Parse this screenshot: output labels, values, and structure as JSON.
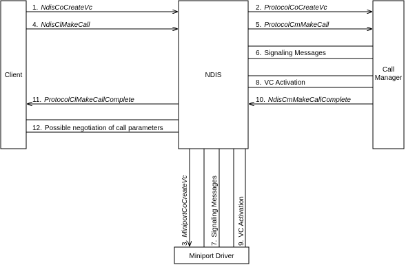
{
  "boxes": {
    "client": "Client",
    "ndis": "NDIS",
    "call_manager": [
      "Call",
      "Manager"
    ],
    "miniport": "Miniport Driver"
  },
  "messages": [
    {
      "num": "1.",
      "text": "NdisCoCreateVc",
      "italic": true
    },
    {
      "num": "2.",
      "text": "ProtocolCoCreateVc",
      "italic": true
    },
    {
      "num": "4.",
      "text": "NdisClMakeCall",
      "italic": true
    },
    {
      "num": "5.",
      "text": "ProtocolCmMakeCall",
      "italic": true
    },
    {
      "num": "6.",
      "text": "Signaling Messages",
      "italic": false
    },
    {
      "num": "8.",
      "text": "VC Activation",
      "italic": false
    },
    {
      "num": "11.",
      "text": "ProtocolClMakeCallComplete",
      "italic": true
    },
    {
      "num": "10.",
      "text": "NdisCmMakeCallComplete",
      "italic": true
    },
    {
      "num": "12.",
      "text": "Possible negotiation of call parameters",
      "italic": false
    }
  ],
  "vertical_messages": [
    {
      "num": "3.",
      "text": "MiniportCoCreateVc",
      "italic": true
    },
    {
      "num": "7.",
      "text": "Signaling Messages",
      "italic": false
    },
    {
      "num": "9.",
      "text": "VC Activation",
      "italic": false
    }
  ]
}
